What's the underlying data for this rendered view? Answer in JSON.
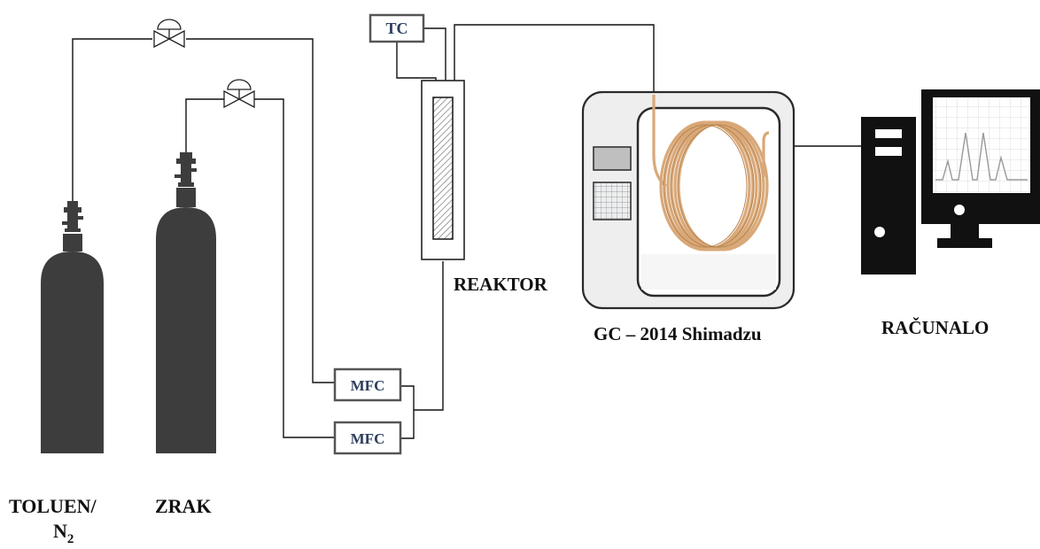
{
  "labels": {
    "toluen": "TOLUEN/",
    "n2_base": "N",
    "n2_sub": "2",
    "zrak": "ZRAK",
    "reaktor": "REAKTOR",
    "gc": "GC – 2014 Shimadzu",
    "racunalo": "RAČUNALO",
    "tc": "TC",
    "mfc_top": "MFC",
    "mfc_bottom": "MFC"
  },
  "colors": {
    "cylinder": "#3d3d3d",
    "line": "#111111",
    "box_text": "#2c3e5c",
    "gc_body": "#f0f0f0",
    "coil": "#d9a878",
    "computer": "#111111"
  },
  "icons": [
    "gas-cylinder-icon",
    "valve-icon",
    "coil-column-icon",
    "computer-tower-icon",
    "monitor-icon",
    "chromatogram-icon"
  ]
}
